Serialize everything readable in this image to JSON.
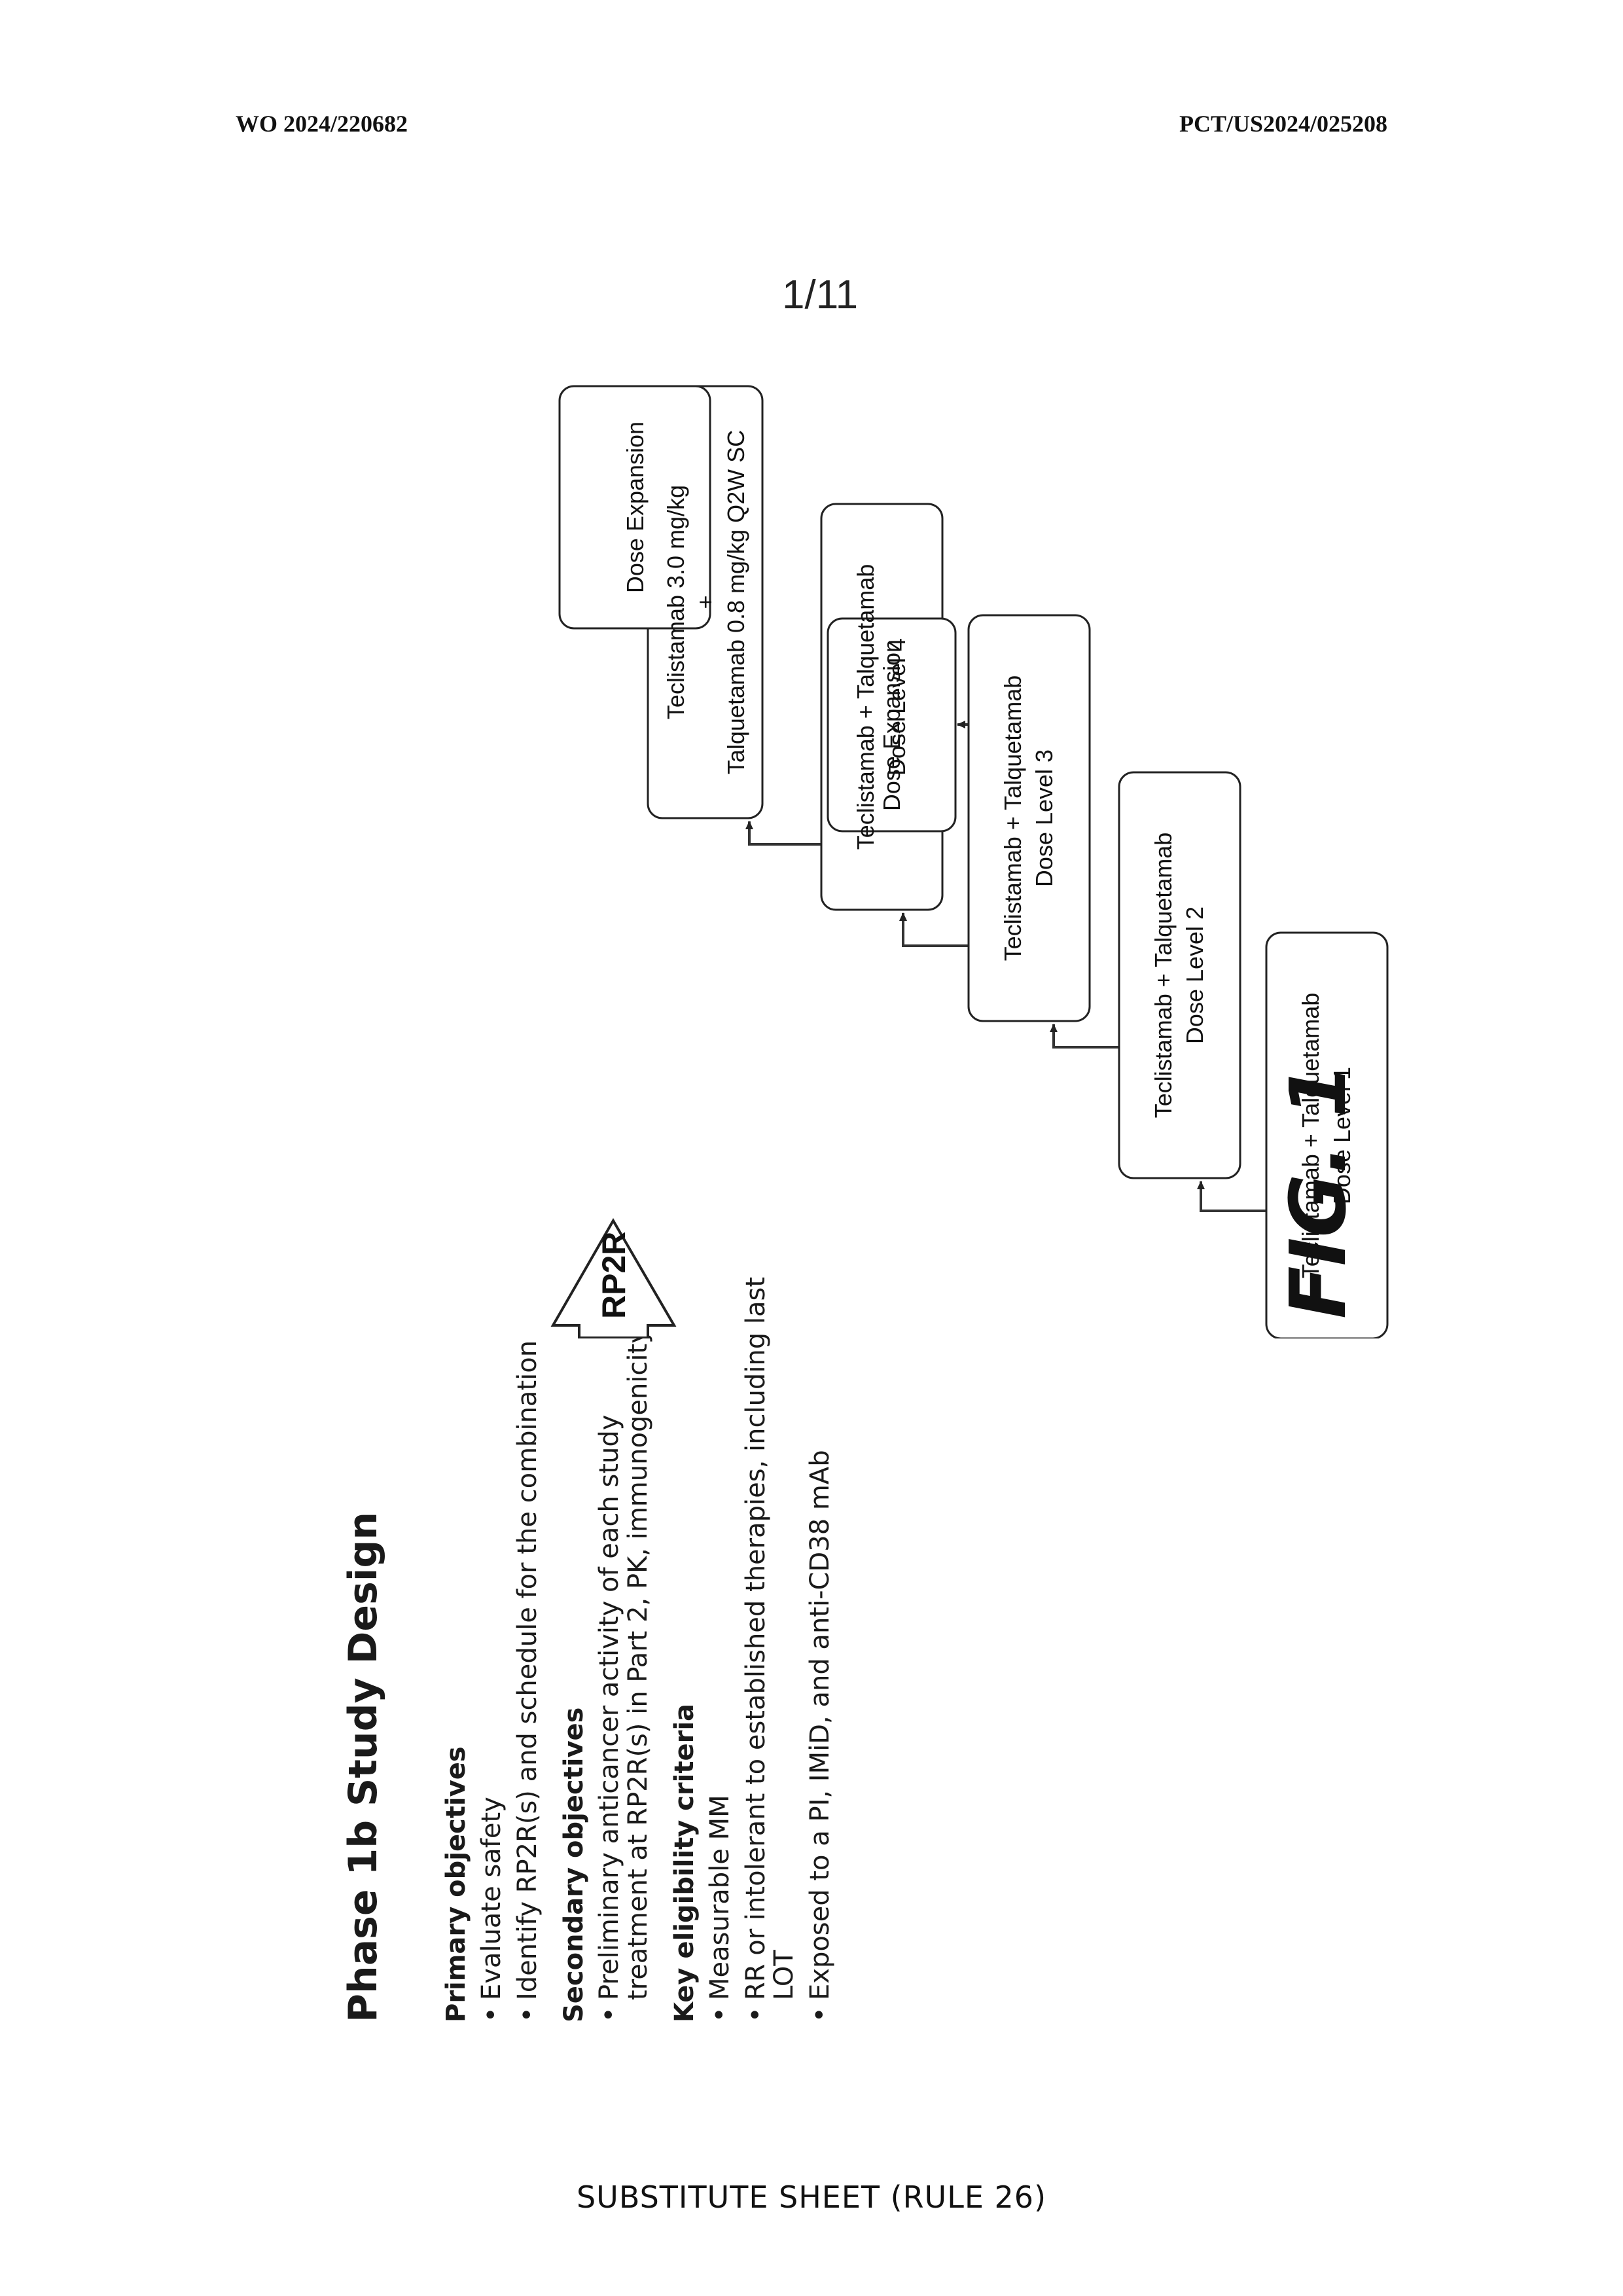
{
  "header": {
    "left": "WO 2024/220682",
    "right": "PCT/US2024/025208"
  },
  "sheet_number": "1/11",
  "design": {
    "title": "Phase 1b Study Design",
    "sections": [
      {
        "heading": "Primary objectives",
        "items": [
          "Evaluate safety",
          "Identify RP2R(s) and schedule for the combination"
        ]
      },
      {
        "heading": "Secondary objectives",
        "items": [
          "Preliminary anticancer activity of each study treatment at RP2R(s) in Part 2, PK, immunogenicity"
        ]
      },
      {
        "heading": "Key eligibility criteria",
        "items": [
          "Measurable MM",
          "RR or intolerant to established therapies, including last LOT",
          "Exposed to a PI, IMiD, and anti-CD38 mAb"
        ]
      }
    ]
  },
  "flow": {
    "rp2r_label": "RP2R",
    "boxes": [
      {
        "id": "dl1",
        "lines": [
          "Teclistamab + Talquetamab",
          "Dose Level 1"
        ]
      },
      {
        "id": "dl2",
        "lines": [
          "Teclistamab + Talquetamab",
          "Dose Level 2"
        ]
      },
      {
        "id": "dl3",
        "lines": [
          "Teclistamab + Talquetamab",
          "Dose Level 3"
        ]
      },
      {
        "id": "dl4",
        "lines": [
          "Teclistamab + Talquetamab",
          "Dose Level 4"
        ]
      },
      {
        "id": "rp2r_regimen",
        "lines": [
          "Teclistamab 3.0 mg/kg",
          "+",
          "Talquetamab 0.8 mg/kg Q2W SC"
        ]
      },
      {
        "id": "exp_dl3",
        "lines": [
          "Dose Expansion"
        ]
      },
      {
        "id": "exp_rp2r",
        "lines": [
          "Dose Expansion"
        ]
      }
    ]
  },
  "figure_label": "FIG. 1",
  "footer": "SUBSTITUTE SHEET (RULE 26)"
}
